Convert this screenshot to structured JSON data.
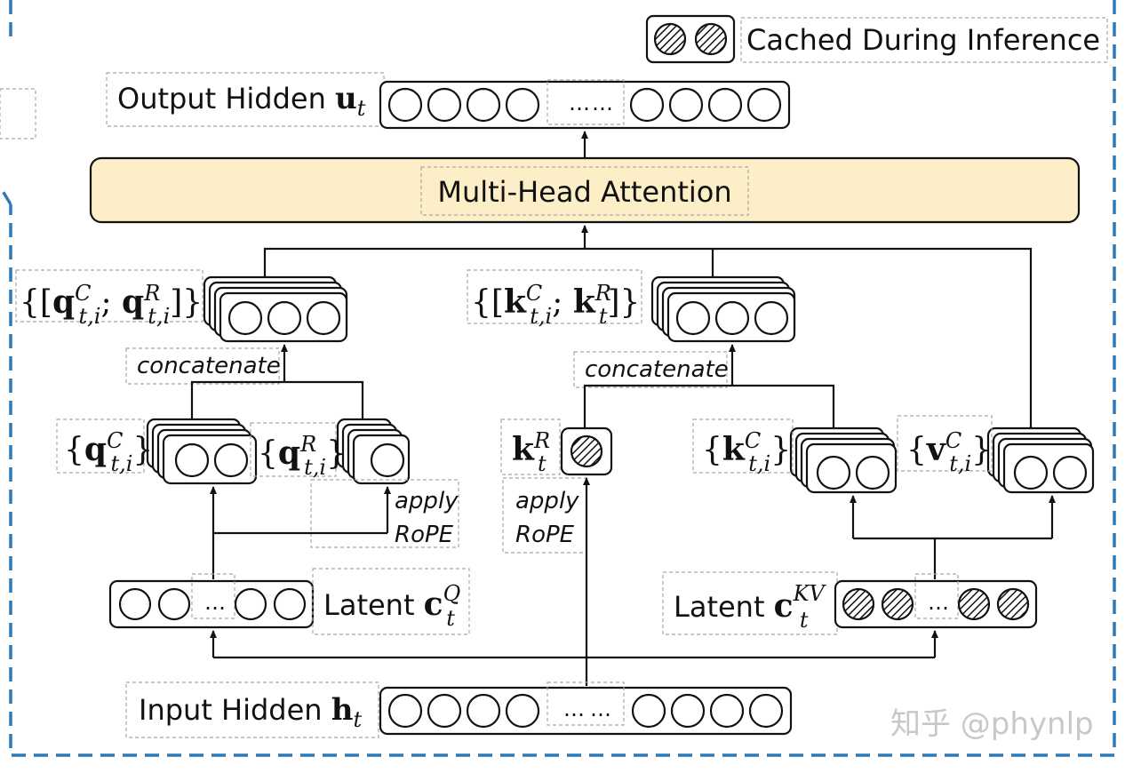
{
  "legend": {
    "label": "Cached During Inference"
  },
  "output": {
    "label": "Output Hidden",
    "symbol": "u",
    "sub": "t"
  },
  "attention": {
    "label": "Multi-Head Attention"
  },
  "q_concat": {
    "open": "{[",
    "q1": "q",
    "sup1": "C",
    "sub1": "t,i",
    "sep": ";",
    "q2": "q",
    "sup2": "R",
    "sub2": "t,i",
    "close": "]}"
  },
  "k_concat": {
    "open": "{[",
    "k1": "k",
    "sup1": "C",
    "sub1": "t,i",
    "sep": ";",
    "k2": "k",
    "sup2": "R",
    "sub2": "t",
    "close": "]}"
  },
  "concatenate_label": "concatenate",
  "q_c": {
    "open": "{",
    "sym": "q",
    "sup": "C",
    "sub": "t,i",
    "close": "}"
  },
  "q_r": {
    "open": "{",
    "sym": "q",
    "sup": "R",
    "sub": "t,i",
    "close": "}"
  },
  "k_r": {
    "sym": "k",
    "sup": "R",
    "sub": "t"
  },
  "k_c": {
    "open": "{",
    "sym": "k",
    "sup": "C",
    "sub": "t,i",
    "close": "}"
  },
  "v_c": {
    "open": "{",
    "sym": "v",
    "sup": "C",
    "sub": "t,i",
    "close": "}"
  },
  "apply_rope": {
    "line1": "apply",
    "line2": "RoPE"
  },
  "latent_q": {
    "label": "Latent",
    "sym": "c",
    "sup": "Q",
    "sub": "t"
  },
  "latent_kv": {
    "label": "Latent",
    "sym": "c",
    "sup": "KV",
    "sub": "t"
  },
  "input": {
    "label": "Input Hidden",
    "symbol": "h",
    "sub": "t"
  },
  "ellipsis": "…",
  "watermark": "知乎 @phynlp",
  "colors": {
    "frame": "#2e7ab8",
    "attention_fill": "#fcefc7",
    "stroke": "#111111"
  }
}
